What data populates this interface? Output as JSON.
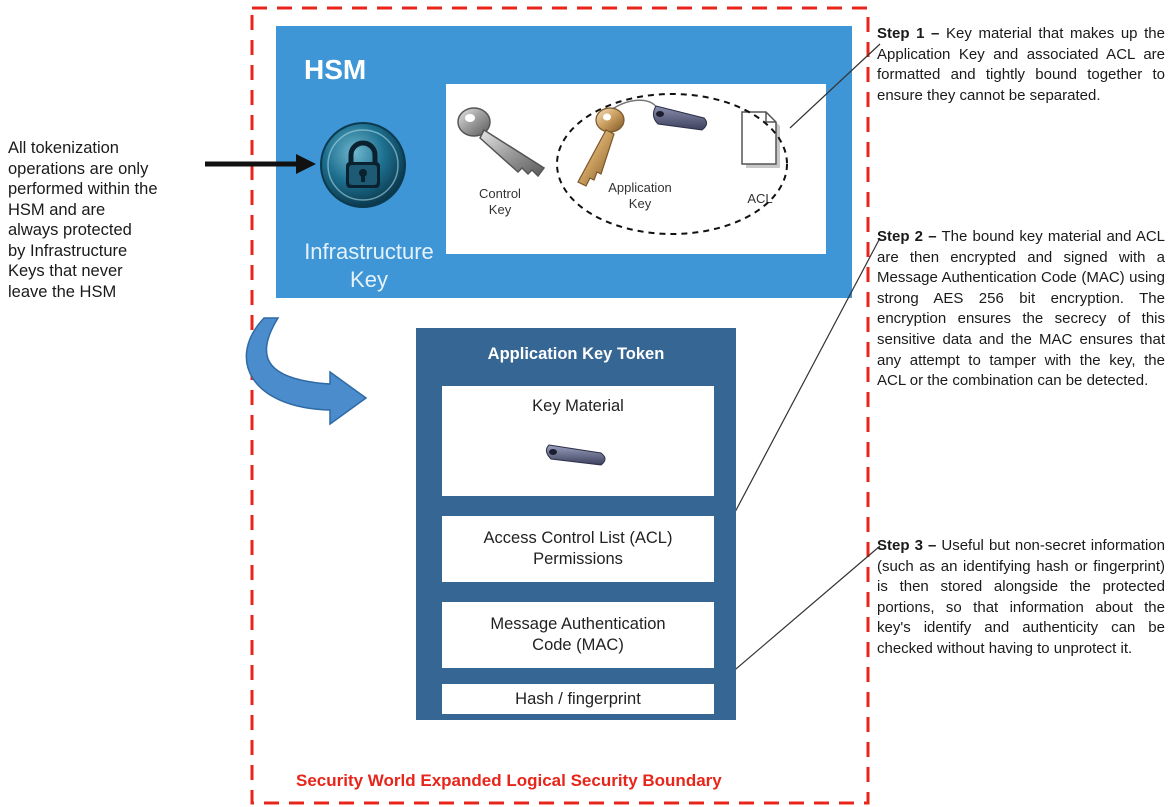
{
  "left_note": {
    "text_lines": [
      "All tokenization",
      "operations are only",
      "performed within the",
      "HSM and are",
      "always protected",
      "by Infrastructure",
      "Keys that never",
      "leave the HSM"
    ]
  },
  "hsm": {
    "title": "HSM",
    "infrastructure_key_lines": [
      "Infrastructure",
      "Key"
    ],
    "icon": "padlock-icon",
    "keys": {
      "control_key_lines": [
        "Control",
        "Key"
      ],
      "application_key_lines": [
        "Application",
        "Key"
      ],
      "acl_label": "ACL"
    }
  },
  "token": {
    "title": "Application Key Token",
    "key_material_label": "Key Material",
    "acl_lines": [
      "Access Control List (ACL)",
      "Permissions"
    ],
    "mac_lines": [
      "Message Authentication",
      "Code (MAC)"
    ],
    "hash_label": "Hash / fingerprint"
  },
  "boundary_label": "Security World Expanded Logical Security Boundary",
  "steps": [
    {
      "title": "Step 1 –",
      "text": "Key material that makes up the Application Key and associated ACL are formatted and tightly bound together to ensure they cannot be separated."
    },
    {
      "title": "Step 2 –",
      "text": "The bound key material and ACL are then encrypted and signed with a Message Authentication Code (MAC) using strong AES 256 bit encryption. The encryption ensures the secrecy of this sensitive data and the MAC ensures that any attempt to tamper with the key, the ACL or the combination can be detected."
    },
    {
      "title": "Step 3 –",
      "text": "Useful but non-secret information (such as an identifying hash or fingerprint) is then stored alongside the protected portions, so that information about the key's identify and authenticity can be checked without having to unprotect it."
    }
  ],
  "colors": {
    "hsm_blue": "#3f96d6",
    "token_blue": "#356694",
    "boundary_red": "#e8251b"
  }
}
